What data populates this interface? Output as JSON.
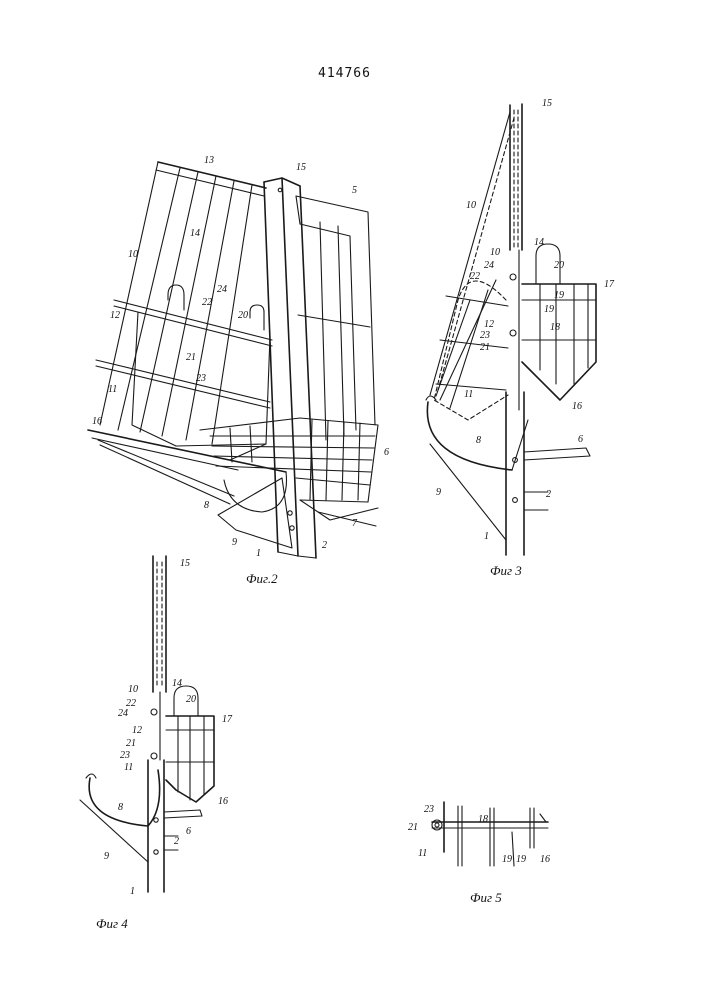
{
  "document": {
    "patent_number": "414766",
    "line_color": "#1a1a1a"
  },
  "figures": [
    {
      "id": "fig2",
      "caption": "Фиг.2",
      "labels": [
        "13",
        "15",
        "5",
        "10",
        "14",
        "24",
        "22",
        "12",
        "20",
        "21",
        "11",
        "23",
        "16",
        "6",
        "8",
        "9",
        "1",
        "2",
        "7"
      ]
    },
    {
      "id": "fig3",
      "caption": "Фиг 3",
      "labels": [
        "15",
        "10",
        "14",
        "10",
        "24",
        "22",
        "20",
        "17",
        "19",
        "19",
        "12",
        "23",
        "21",
        "18",
        "11",
        "16",
        "8",
        "6",
        "9",
        "2",
        "1"
      ]
    },
    {
      "id": "fig4",
      "caption": "Фиг 4",
      "labels": [
        "15",
        "10",
        "14",
        "22",
        "20",
        "24",
        "17",
        "12",
        "21",
        "23",
        "11",
        "16",
        "8",
        "2",
        "6",
        "9",
        "1"
      ]
    },
    {
      "id": "fig5",
      "caption": "Фиг 5",
      "labels": [
        "23",
        "18",
        "21",
        "11",
        "19",
        "19",
        "16"
      ]
    }
  ]
}
